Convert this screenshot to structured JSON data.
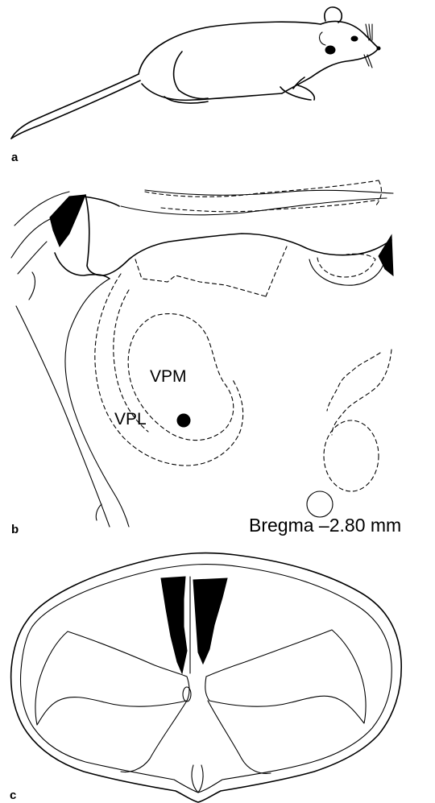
{
  "panels": {
    "a": {
      "label": "a"
    },
    "b": {
      "label": "b",
      "regions": {
        "vpm": "VPM",
        "vpl": "VPL"
      },
      "coordinate": "Bregma –2.80 mm"
    },
    "c": {
      "label": "c"
    }
  }
}
